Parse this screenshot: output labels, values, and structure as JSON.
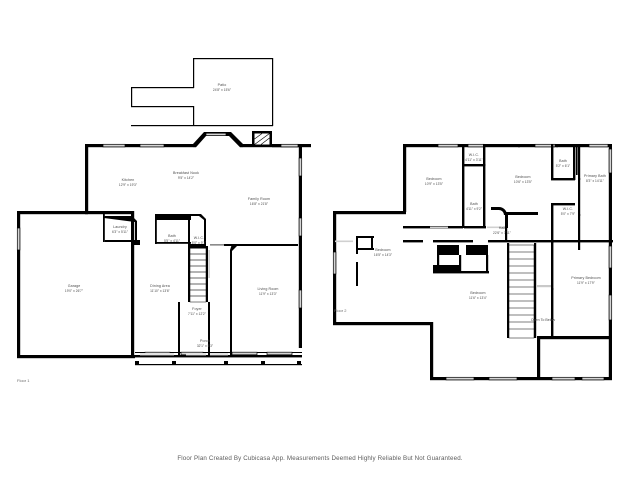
{
  "document": {
    "title": "Floor Plan",
    "footer_note": "Floor Plan Created By Cubicasa App. Measurements Deemed Highly Reliable But Not Guaranteed."
  },
  "floors": [
    {
      "id": "floor-1",
      "label": "Floor 1",
      "rooms": [
        {
          "name": "Patio",
          "dimensions": "24'8\" x 15'6\""
        },
        {
          "name": "Kitchen",
          "dimensions": "12'9\" x 19'3\""
        },
        {
          "name": "Breakfast Nook",
          "dimensions": "9'5\" x 14'2\""
        },
        {
          "name": "Family Room",
          "dimensions": "16'8\" x 21'8\""
        },
        {
          "name": "Laundry",
          "dimensions": "6'3\" x 5'11\""
        },
        {
          "name": "Bath",
          "dimensions": "5'5\" x 4'11\""
        },
        {
          "name": "W.I.C.",
          "dimensions": "5'0\" x 9'1\""
        },
        {
          "name": "Garage",
          "dimensions": "19'0\" x 26'7\""
        },
        {
          "name": "Dining Area",
          "dimensions": "11'10\" x 13'6\""
        },
        {
          "name": "Living Room",
          "dimensions": "11'9\" x 13'3\""
        },
        {
          "name": "Foyer",
          "dimensions": "7'11\" x 12'2\""
        },
        {
          "name": "Porch",
          "dimensions": "32'1\" x 5'3\""
        }
      ]
    },
    {
      "id": "floor-2",
      "label": "Floor 2",
      "open_to_below_label": "Open To Below",
      "rooms": [
        {
          "name": "Bedroom",
          "dimensions": "10'9\" x 13'5\""
        },
        {
          "name": "W.I.C.",
          "dimensions": "4'11\" x 3'11\""
        },
        {
          "name": "Bath",
          "dimensions": "4'11\" x 9'2\""
        },
        {
          "name": "Bedroom",
          "dimensions": "10'6\" x 13'5\""
        },
        {
          "name": "Bath",
          "dimensions": "5'2\" x 6'1\""
        },
        {
          "name": "Primary Bath",
          "dimensions": "8'3\" x 14'11\""
        },
        {
          "name": "W.I.C.",
          "dimensions": "5'0\" x 7'9\""
        },
        {
          "name": "Hall",
          "dimensions": "22'6\" x 7'11\""
        },
        {
          "name": "Bedroom",
          "dimensions": "16'5\" x 14'3\""
        },
        {
          "name": "Bedroom",
          "dimensions": "11'6\" x 13'4\""
        },
        {
          "name": "Primary Bedroom",
          "dimensions": "11'9\" x 17'9\""
        }
      ]
    }
  ],
  "colors": {
    "wall": "#000000",
    "background": "#ffffff",
    "text": "#4a4a4a",
    "window": "#d6d6d6"
  }
}
